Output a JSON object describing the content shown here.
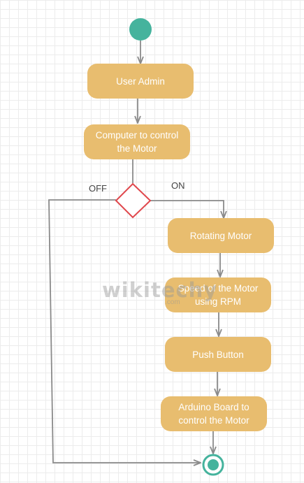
{
  "nodes": {
    "user_admin": "User Admin",
    "computer": "Computer to control the Motor",
    "rotating": "Rotating Motor",
    "speed": "Speed of the Motor using RPM",
    "push": "Push Button",
    "arduino": "Arduino Board to control the Motor"
  },
  "labels": {
    "off": "OFF",
    "on": "ON"
  },
  "watermark": {
    "text": "wikitechy",
    "sub": ".com"
  },
  "colors": {
    "node_fill": "#e8bd6f",
    "start_node": "#45b39d",
    "decision_border": "#e0474c",
    "end_node": "#45b39d",
    "connector": "#8a8a8a"
  }
}
